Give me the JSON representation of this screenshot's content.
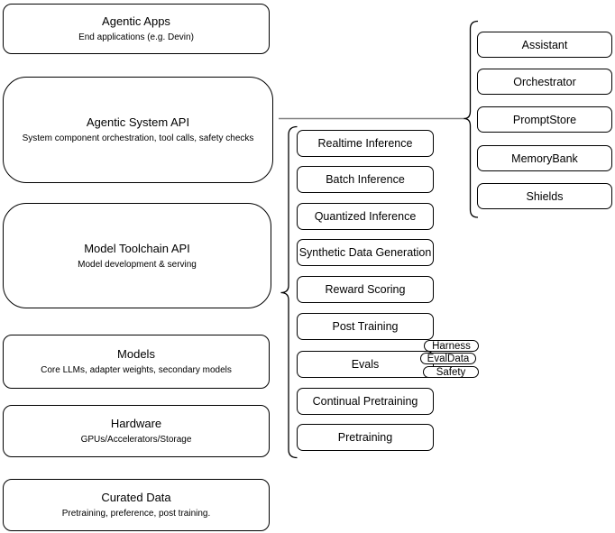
{
  "diagram": {
    "stack": {
      "layers": [
        {
          "title": "Agentic Apps",
          "subtitle": "End applications (e.g. Devin)"
        },
        {
          "title": "Agentic System API",
          "subtitle": "System component orchestration, tool calls, safety checks"
        },
        {
          "title": "Model Toolchain API",
          "subtitle": "Model development & serving"
        },
        {
          "title": "Models",
          "subtitle": "Core LLMs, adapter weights, secondary models"
        },
        {
          "title": "Hardware",
          "subtitle": "GPUs/Accelerators/Storage"
        },
        {
          "title": "Curated Data",
          "subtitle": "Pretraining, preference, post training."
        }
      ]
    },
    "toolchain_components": {
      "items": [
        "Realtime Inference",
        "Batch Inference",
        "Quantized Inference",
        "Synthetic Data Generation",
        "Reward Scoring",
        "Post Training",
        "Evals",
        "Continual Pretraining",
        "Pretraining"
      ]
    },
    "evals_tags": {
      "items": [
        "Harness",
        "EvalData",
        "Safety"
      ]
    },
    "system_components": {
      "items": [
        "Assistant",
        "Orchestrator",
        "PromptStore",
        "MemoryBank",
        "Shields"
      ]
    },
    "colors": {
      "box_border": "#000000",
      "box_fill": "#ffffff",
      "connector_line": "#808080"
    }
  }
}
